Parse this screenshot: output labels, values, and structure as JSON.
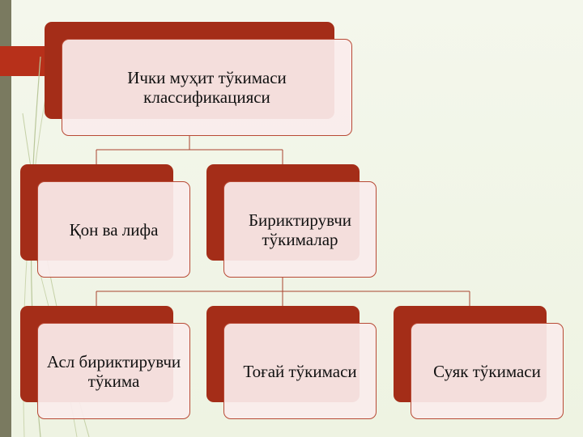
{
  "diagram": {
    "root": {
      "label": "Ички муҳит тўкимаси классификацияси"
    },
    "level1": [
      {
        "label": "Қон ва лифа"
      },
      {
        "label": "Бириктирувчи тўкималар"
      }
    ],
    "level2": [
      {
        "label": "Асл бириктирувчи тўкима"
      },
      {
        "label": "Тоғай тўкимаси"
      },
      {
        "label": "Суяк тўкимаси"
      }
    ]
  },
  "colors": {
    "box_back": "#a42d18",
    "box_front": "#faecec",
    "connector": "#a9432e",
    "side_bar": "#7a7a60",
    "accent": "#b7301a"
  }
}
